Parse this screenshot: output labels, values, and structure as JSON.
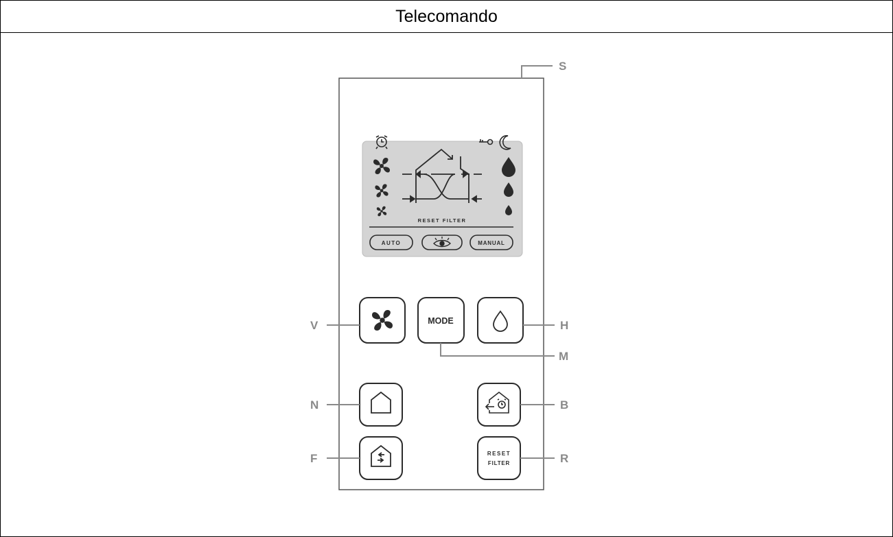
{
  "header": {
    "title": "Telecomando"
  },
  "screen": {
    "reset_filter": "RESET FILTER",
    "mode_auto": "AUTO",
    "mode_manual": "MANUAL"
  },
  "buttons": {
    "mode": "MODE",
    "reset_line1": "RESET",
    "reset_line2": "FILTER"
  },
  "callouts": {
    "s": "S",
    "v": "V",
    "h": "H",
    "m": "M",
    "n": "N",
    "b": "B",
    "f": "F",
    "r": "R"
  },
  "colors": {
    "line": "#2b2b2b",
    "screen_bg": "#d4d4d4",
    "callout": "#8a8a8a"
  }
}
